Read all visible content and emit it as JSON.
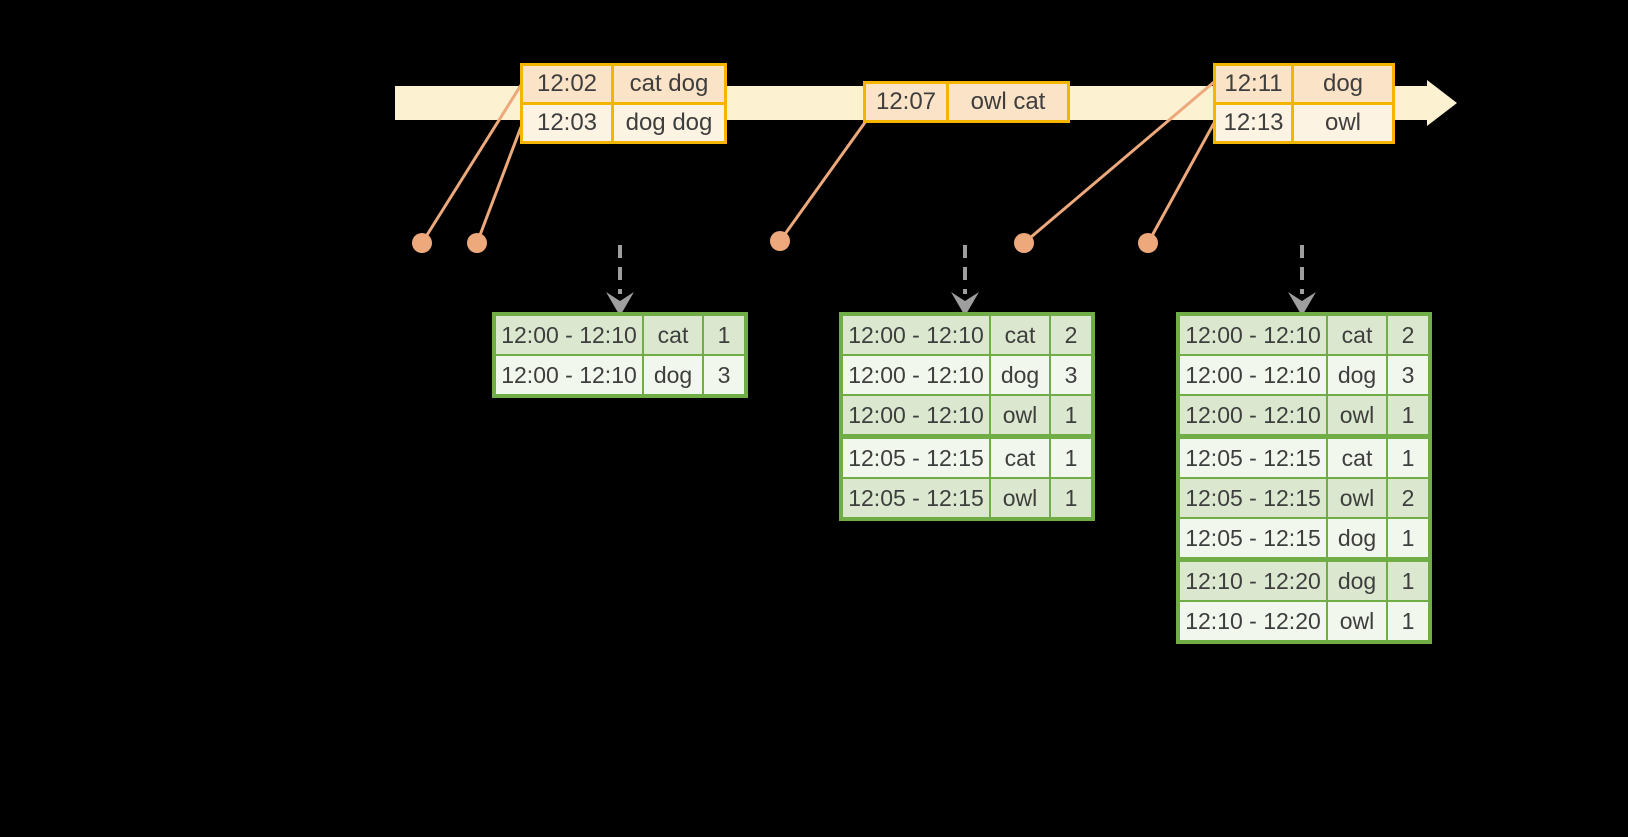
{
  "diagram": {
    "kind": "streaming-windowed-word-count-timeline",
    "timeline": {
      "direction": "left-to-right",
      "arrow_icon": "timeline-arrow"
    },
    "event_tables": [
      {
        "rows": [
          {
            "time": "12:02",
            "words": "cat dog"
          },
          {
            "time": "12:03",
            "words": "dog dog"
          }
        ]
      },
      {
        "rows": [
          {
            "time": "12:07",
            "words": "owl cat"
          }
        ]
      },
      {
        "rows": [
          {
            "time": "12:11",
            "words": "dog"
          },
          {
            "time": "12:13",
            "words": "owl"
          }
        ]
      }
    ],
    "result_tables": [
      {
        "rows": [
          {
            "window": "12:00 - 12:10",
            "word": "cat",
            "count": "1"
          },
          {
            "window": "12:00 - 12:10",
            "word": "dog",
            "count": "3"
          }
        ]
      },
      {
        "rows": [
          {
            "window": "12:00 - 12:10",
            "word": "cat",
            "count": "2"
          },
          {
            "window": "12:00 - 12:10",
            "word": "dog",
            "count": "3"
          },
          {
            "window": "12:00 - 12:10",
            "word": "owl",
            "count": "1"
          },
          {
            "window": "12:05 - 12:15",
            "word": "cat",
            "count": "1"
          },
          {
            "window": "12:05 - 12:15",
            "word": "owl",
            "count": "1"
          }
        ]
      },
      {
        "rows": [
          {
            "window": "12:00 - 12:10",
            "word": "cat",
            "count": "2"
          },
          {
            "window": "12:00 - 12:10",
            "word": "dog",
            "count": "3"
          },
          {
            "window": "12:00 - 12:10",
            "word": "owl",
            "count": "1"
          },
          {
            "window": "12:05 - 12:15",
            "word": "cat",
            "count": "1"
          },
          {
            "window": "12:05 - 12:15",
            "word": "owl",
            "count": "2"
          },
          {
            "window": "12:05 - 12:15",
            "word": "dog",
            "count": "1"
          },
          {
            "window": "12:10 - 12:20",
            "word": "dog",
            "count": "1"
          },
          {
            "window": "12:10 - 12:20",
            "word": "owl",
            "count": "1"
          }
        ]
      }
    ],
    "colors": {
      "background": "#000000",
      "timeline_fill": "#FCF1D1",
      "event_table_border": "#F5B400",
      "event_row_dark": "#FAE3C6",
      "event_row_light": "#FDF3E3",
      "result_table_border": "#70AD47",
      "result_row_dark": "#DBE8CF",
      "result_row_light": "#F2F7EE",
      "connector": "#EDA87C",
      "trigger_arrow": "#9E9E9E",
      "text": "#3E3E3E"
    }
  }
}
